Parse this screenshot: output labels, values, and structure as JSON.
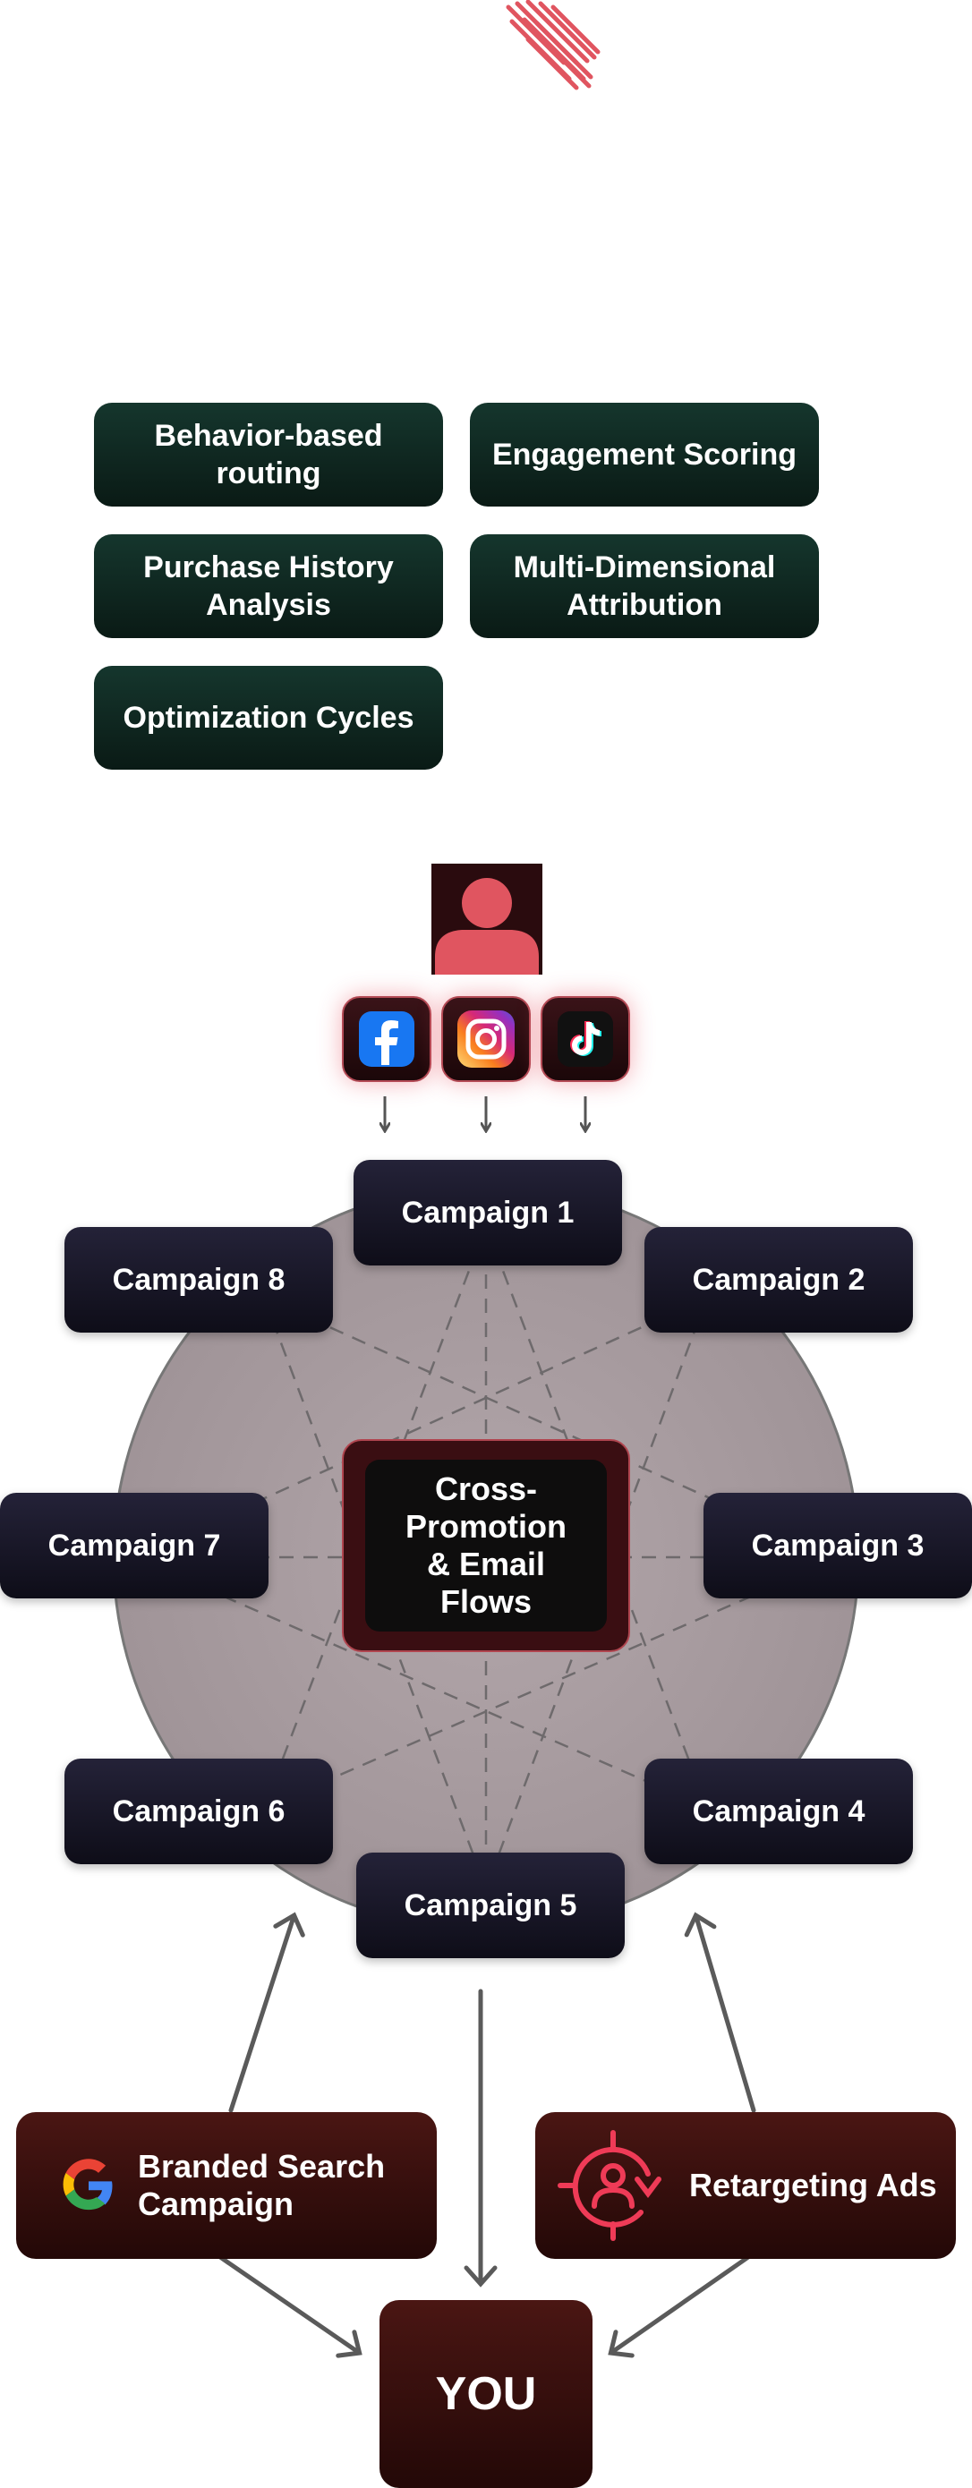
{
  "features": [
    "Behavior-based routing",
    "Engagement Scoring",
    "Purchase History Analysis",
    "Multi-Dimensional Attribution",
    "Optimization Cycles"
  ],
  "social_icons": [
    "facebook-icon",
    "instagram-icon",
    "tiktok-icon"
  ],
  "campaigns": {
    "c1": "Campaign 1",
    "c2": "Campaign 2",
    "c3": "Campaign 3",
    "c4": "Campaign 4",
    "c5": "Campaign 5",
    "c6": "Campaign 6",
    "c7": "Campaign 7",
    "c8": "Campaign 8"
  },
  "hub": {
    "label": "Cross-Promotion & Email Flows"
  },
  "sources": {
    "branded_search": "Branded Search Campaign",
    "retargeting": "Retargeting Ads"
  },
  "target": {
    "label": "YOU"
  },
  "colors": {
    "accent_red": "#e05560",
    "feature_bg": "#0f2820",
    "campaign_bg": "#1a1828",
    "source_bg": "#3a100e",
    "circle_fill": "#a69a9e"
  }
}
